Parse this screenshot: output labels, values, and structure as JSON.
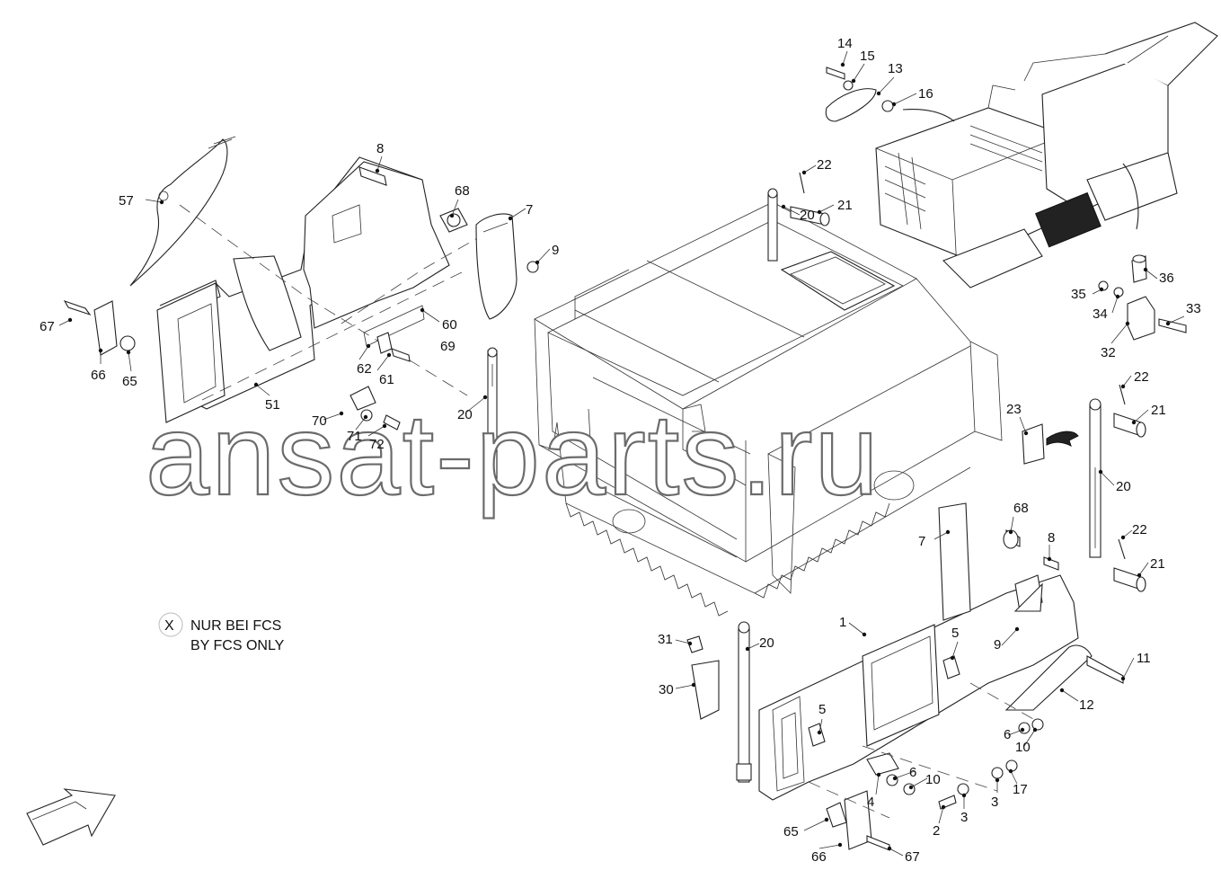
{
  "watermark": "ansat-parts.ru",
  "legend": {
    "symbol": "X",
    "line_de": "NUR BEI FCS",
    "line_en": "BY FCS ONLY"
  },
  "callouts": [
    {
      "id": "c1",
      "text": "1"
    },
    {
      "id": "c2",
      "text": "2"
    },
    {
      "id": "c3a",
      "text": "3"
    },
    {
      "id": "c3b",
      "text": "3"
    },
    {
      "id": "c4",
      "text": "4"
    },
    {
      "id": "c5a",
      "text": "5"
    },
    {
      "id": "c5b",
      "text": "5"
    },
    {
      "id": "c6a",
      "text": "6"
    },
    {
      "id": "c6b",
      "text": "6"
    },
    {
      "id": "c7a",
      "text": "7"
    },
    {
      "id": "c7b",
      "text": "7"
    },
    {
      "id": "c8a",
      "text": "8"
    },
    {
      "id": "c8b",
      "text": "8"
    },
    {
      "id": "c9a",
      "text": "9"
    },
    {
      "id": "c9b",
      "text": "9"
    },
    {
      "id": "c10a",
      "text": "10"
    },
    {
      "id": "c10b",
      "text": "10"
    },
    {
      "id": "c11",
      "text": "11"
    },
    {
      "id": "c12",
      "text": "12"
    },
    {
      "id": "c13",
      "text": "13"
    },
    {
      "id": "c14",
      "text": "14"
    },
    {
      "id": "c15",
      "text": "15"
    },
    {
      "id": "c16",
      "text": "16"
    },
    {
      "id": "c17",
      "text": "17"
    },
    {
      "id": "c20a",
      "text": "20"
    },
    {
      "id": "c20b",
      "text": "20"
    },
    {
      "id": "c20c",
      "text": "20"
    },
    {
      "id": "c20d",
      "text": "20"
    },
    {
      "id": "c21a",
      "text": "21"
    },
    {
      "id": "c21b",
      "text": "21"
    },
    {
      "id": "c21c",
      "text": "21"
    },
    {
      "id": "c22a",
      "text": "22"
    },
    {
      "id": "c22b",
      "text": "22"
    },
    {
      "id": "c22c",
      "text": "22"
    },
    {
      "id": "c23",
      "text": "23"
    },
    {
      "id": "c30",
      "text": "30"
    },
    {
      "id": "c31",
      "text": "31"
    },
    {
      "id": "c32",
      "text": "32"
    },
    {
      "id": "c33",
      "text": "33"
    },
    {
      "id": "c34",
      "text": "34"
    },
    {
      "id": "c35",
      "text": "35"
    },
    {
      "id": "c36",
      "text": "36"
    },
    {
      "id": "c51",
      "text": "51"
    },
    {
      "id": "c57",
      "text": "57"
    },
    {
      "id": "c60",
      "text": "60"
    },
    {
      "id": "c61",
      "text": "61"
    },
    {
      "id": "c62",
      "text": "62"
    },
    {
      "id": "c65a",
      "text": "65"
    },
    {
      "id": "c65b",
      "text": "65"
    },
    {
      "id": "c66a",
      "text": "66"
    },
    {
      "id": "c66b",
      "text": "66"
    },
    {
      "id": "c67a",
      "text": "67"
    },
    {
      "id": "c67b",
      "text": "67"
    },
    {
      "id": "c68a",
      "text": "68"
    },
    {
      "id": "c68b",
      "text": "68"
    },
    {
      "id": "c69",
      "text": "69"
    },
    {
      "id": "c70",
      "text": "70"
    },
    {
      "id": "c71",
      "text": "71"
    },
    {
      "id": "c72",
      "text": "72"
    }
  ]
}
